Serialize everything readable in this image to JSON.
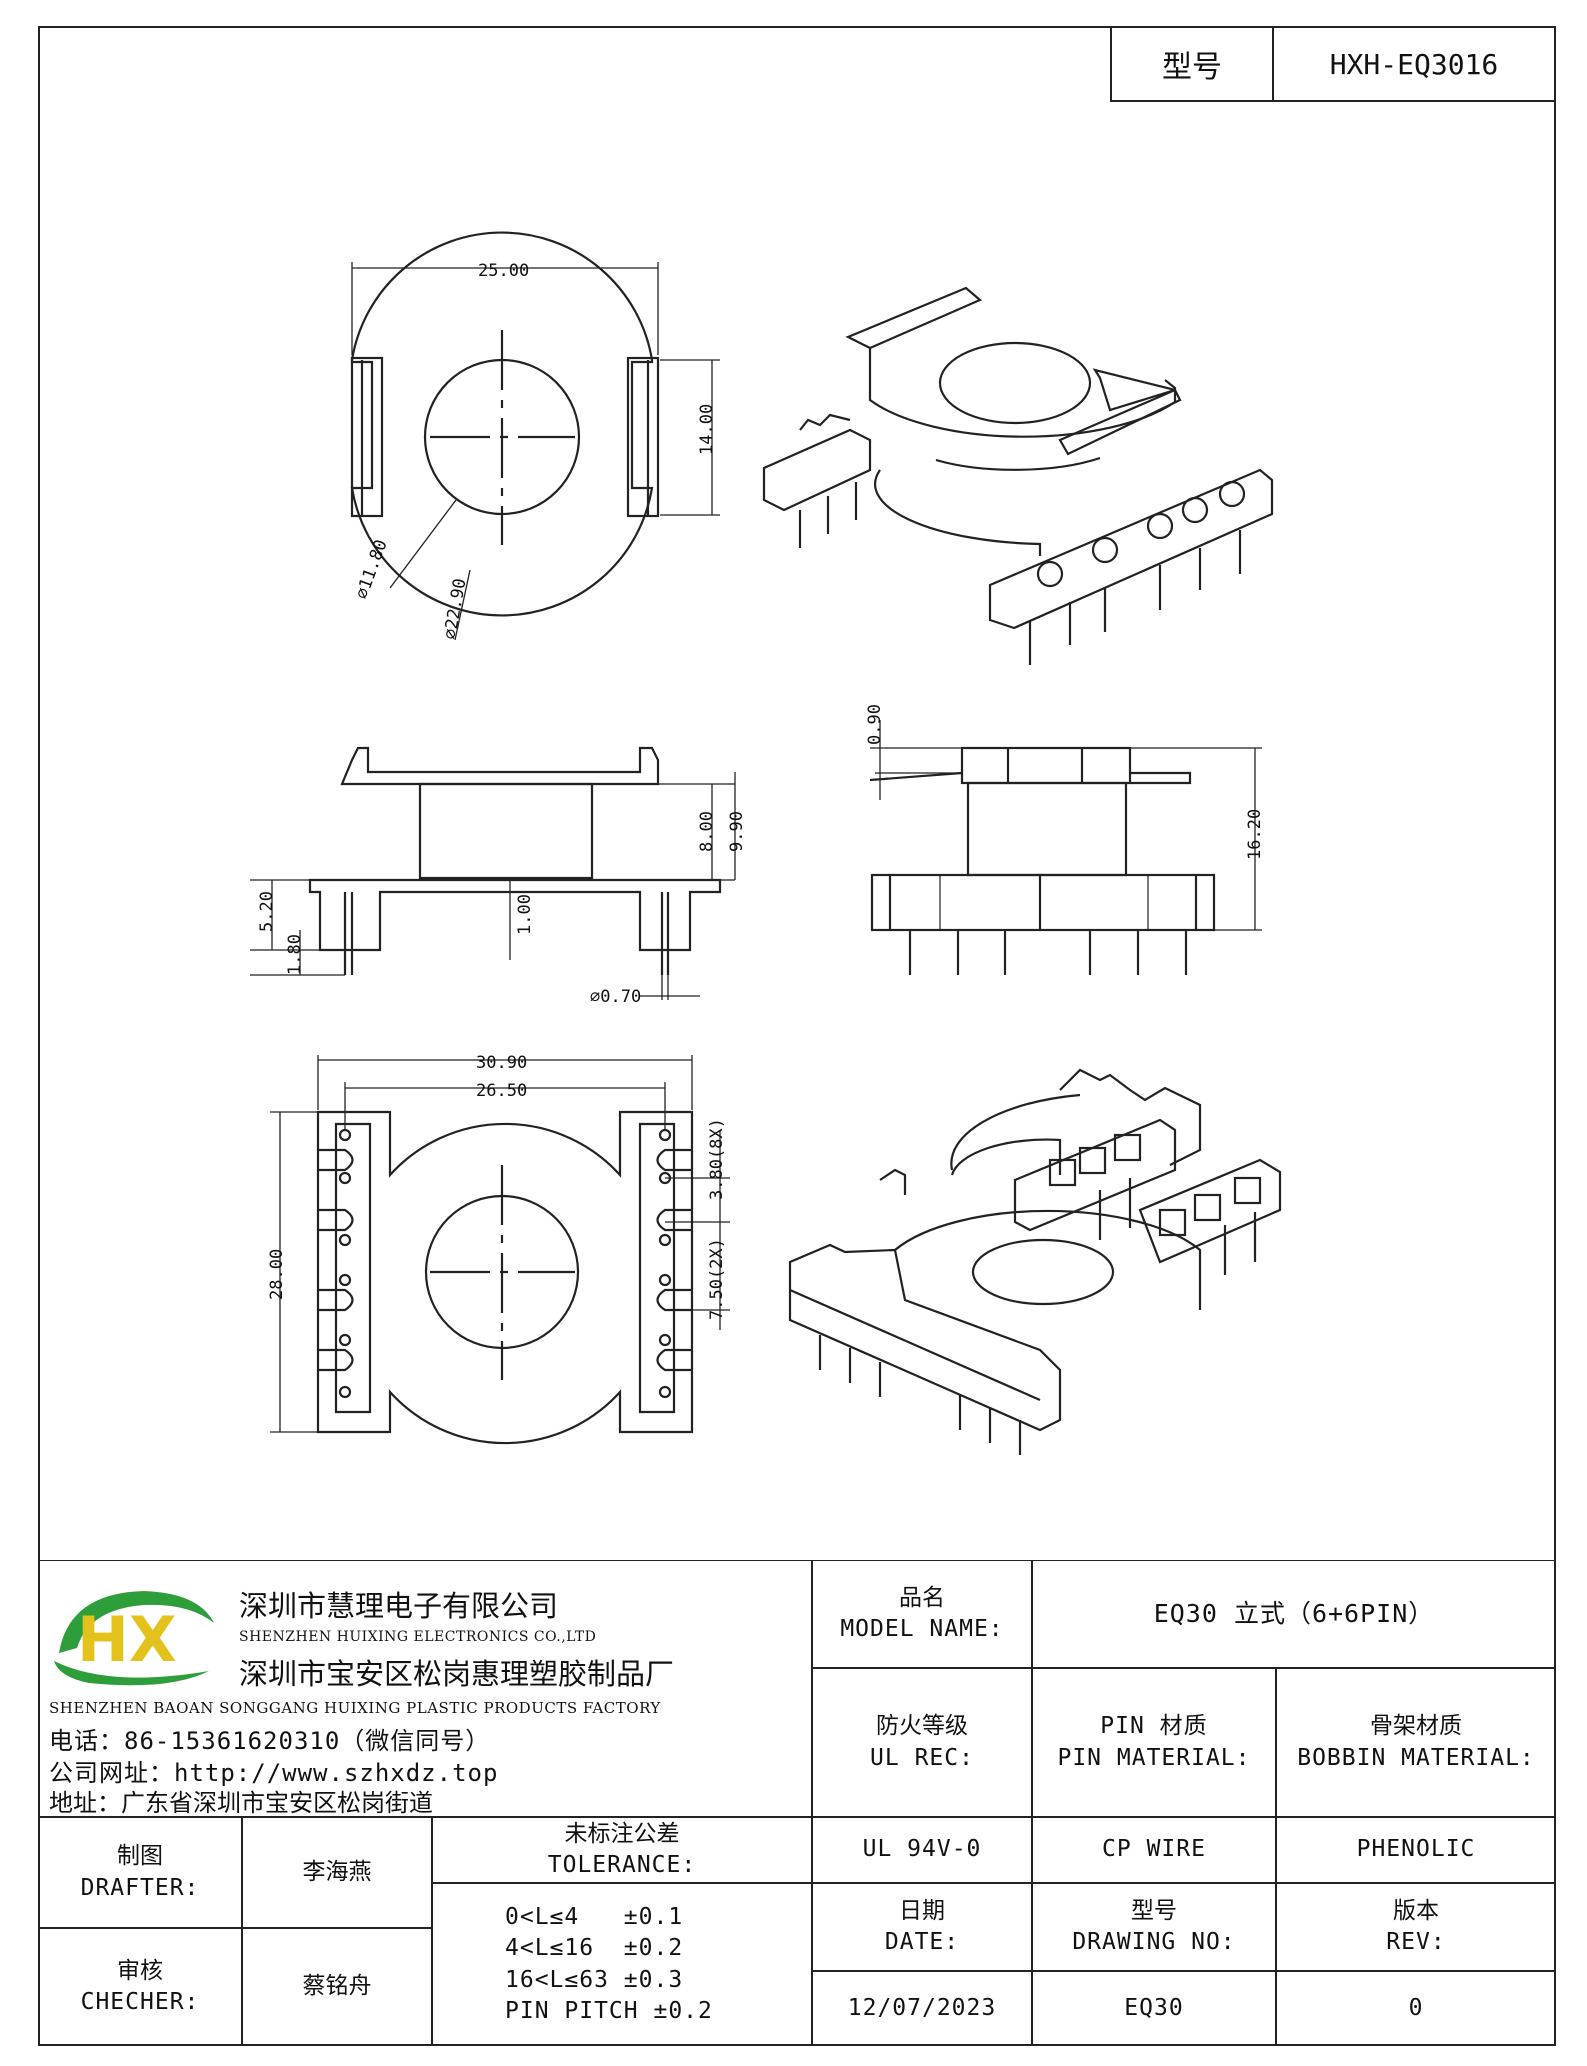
{
  "header": {
    "model_label": "型号",
    "model_value": "HXH-EQ3016"
  },
  "dimensions": {
    "top": {
      "width": "25.00",
      "height": "14.00",
      "inner_dia": "⌀11.80",
      "outer_dia": "⌀22.90"
    },
    "side": {
      "h1": "8.00",
      "h2": "9.90",
      "h3": "5.20",
      "h4": "1.80",
      "thick": "1.00",
      "pin_dia": "⌀0.70"
    },
    "front": {
      "flange": "0.90",
      "total": "16.20"
    },
    "bottom": {
      "w1": "30.90",
      "w2": "26.50",
      "h": "28.00",
      "pitch": "3.80(8X)",
      "gap": "7.50(2X)"
    }
  },
  "company": {
    "name_cn": "深圳市慧理电子有限公司",
    "name_en": "SHENZHEN HUIXING ELECTRONICS CO.,LTD",
    "factory_cn": "深圳市宝安区松岗惠理塑胶制品厂",
    "factory_en": "SHENZHEN BAOAN SONGGANG HUIXING PLASTIC PRODUCTS FACTORY",
    "phone": "电话：86-15361620310（微信同号）",
    "website": "公司网址：http://www.szhxdz.top",
    "address": "地址：广东省深圳市宝安区松岗街道",
    "logo_text": "HX"
  },
  "title_block": {
    "model_name_cn": "品名",
    "model_name_en": "MODEL NAME:",
    "model_name_value": "EQ30 立式（6+6PIN）",
    "ul_cn": "防火等级",
    "ul_en": "UL REC:",
    "pin_cn": "PIN 材质",
    "pin_en": "PIN MATERIAL:",
    "bobbin_cn": "骨架材质",
    "bobbin_en": "BOBBIN MATERIAL:",
    "ul_value": "UL 94V-0",
    "pin_value": "CP WIRE",
    "bobbin_value": "PHENOLIC",
    "drafter_cn": "制图",
    "drafter_en": "DRAFTER:",
    "drafter_name": "李海燕",
    "checker_cn": "审核",
    "checker_en": "CHECHER:",
    "checker_name": "蔡铭舟",
    "tolerance_cn": "未标注公差",
    "tolerance_en": "TOLERANCE:",
    "tolerances": [
      "0<L≤4   ±0.1",
      "4<L≤16  ±0.2",
      "16<L≤63 ±0.3",
      "PIN PITCH ±0.2"
    ],
    "date_cn": "日期",
    "date_en": "DATE:",
    "drawing_cn": "型号",
    "drawing_en": "DRAWING NO:",
    "rev_cn": "版本",
    "rev_en": "REV:",
    "date_value": "12/07/2023",
    "drawing_value": "EQ30",
    "rev_value": "0"
  }
}
